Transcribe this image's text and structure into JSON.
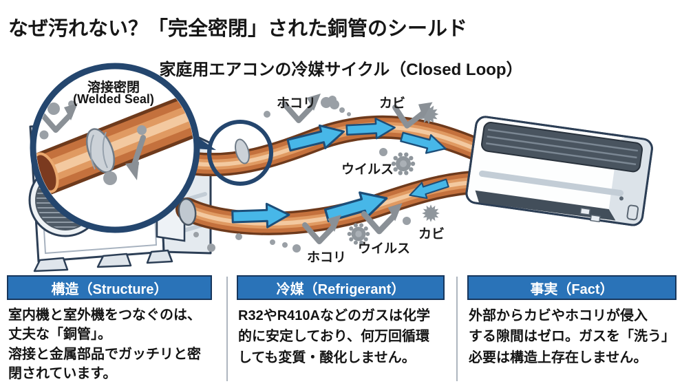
{
  "page": {
    "title": "なぜ汚れない？「完全密閉」された銅管のシールド",
    "subtitle": "家庭用エアコンの冷媒サイクル（Closed Loop）"
  },
  "diagram": {
    "magnifier": {
      "label_jp": "溶接密閉",
      "label_en": "(Welded Seal)"
    },
    "labels": {
      "dust_top": "ホコリ",
      "mold_top": "カビ",
      "virus_mid": "ウイルス",
      "dust_bottom": "ホコリ",
      "virus_bottom": "ウイルス",
      "mold_bottom": "カビ"
    },
    "icons": {
      "dust": "dust-icon",
      "mold": "mold-icon",
      "virus": "virus-icon",
      "flow": "flow-arrow-icon",
      "bounce": "bounce-arrow-icon",
      "magnifier": "magnifier-icon"
    }
  },
  "columns": [
    {
      "header": "構造（Structure）",
      "body": "室内機と室外機をつなぐのは、\n丈夫な「銅管」。\n溶接と金属部品でガッチリと密\n閉されています。"
    },
    {
      "header": "冷媒（Refrigerant）",
      "body": "R32やR410Aなどのガスは化学\n的に安定しており、何万回循環\nしても変質・酸化しません。"
    },
    {
      "header": "事実（Fact）",
      "body": "外部からカビやホコリが侵入\nする隙間はゼロ。ガスを「洗う」\n必要は構造上存在しません。"
    }
  ],
  "colors": {
    "header_blue": "#2a73b8",
    "header_border": "#17365c",
    "flow_arrow_blue": "#47b7e8",
    "pipe_copper": "#c4713d",
    "navy_outline": "#24466e",
    "particle_gray": "#8f969c",
    "text_black": "#141414",
    "background": "#ffffff"
  }
}
